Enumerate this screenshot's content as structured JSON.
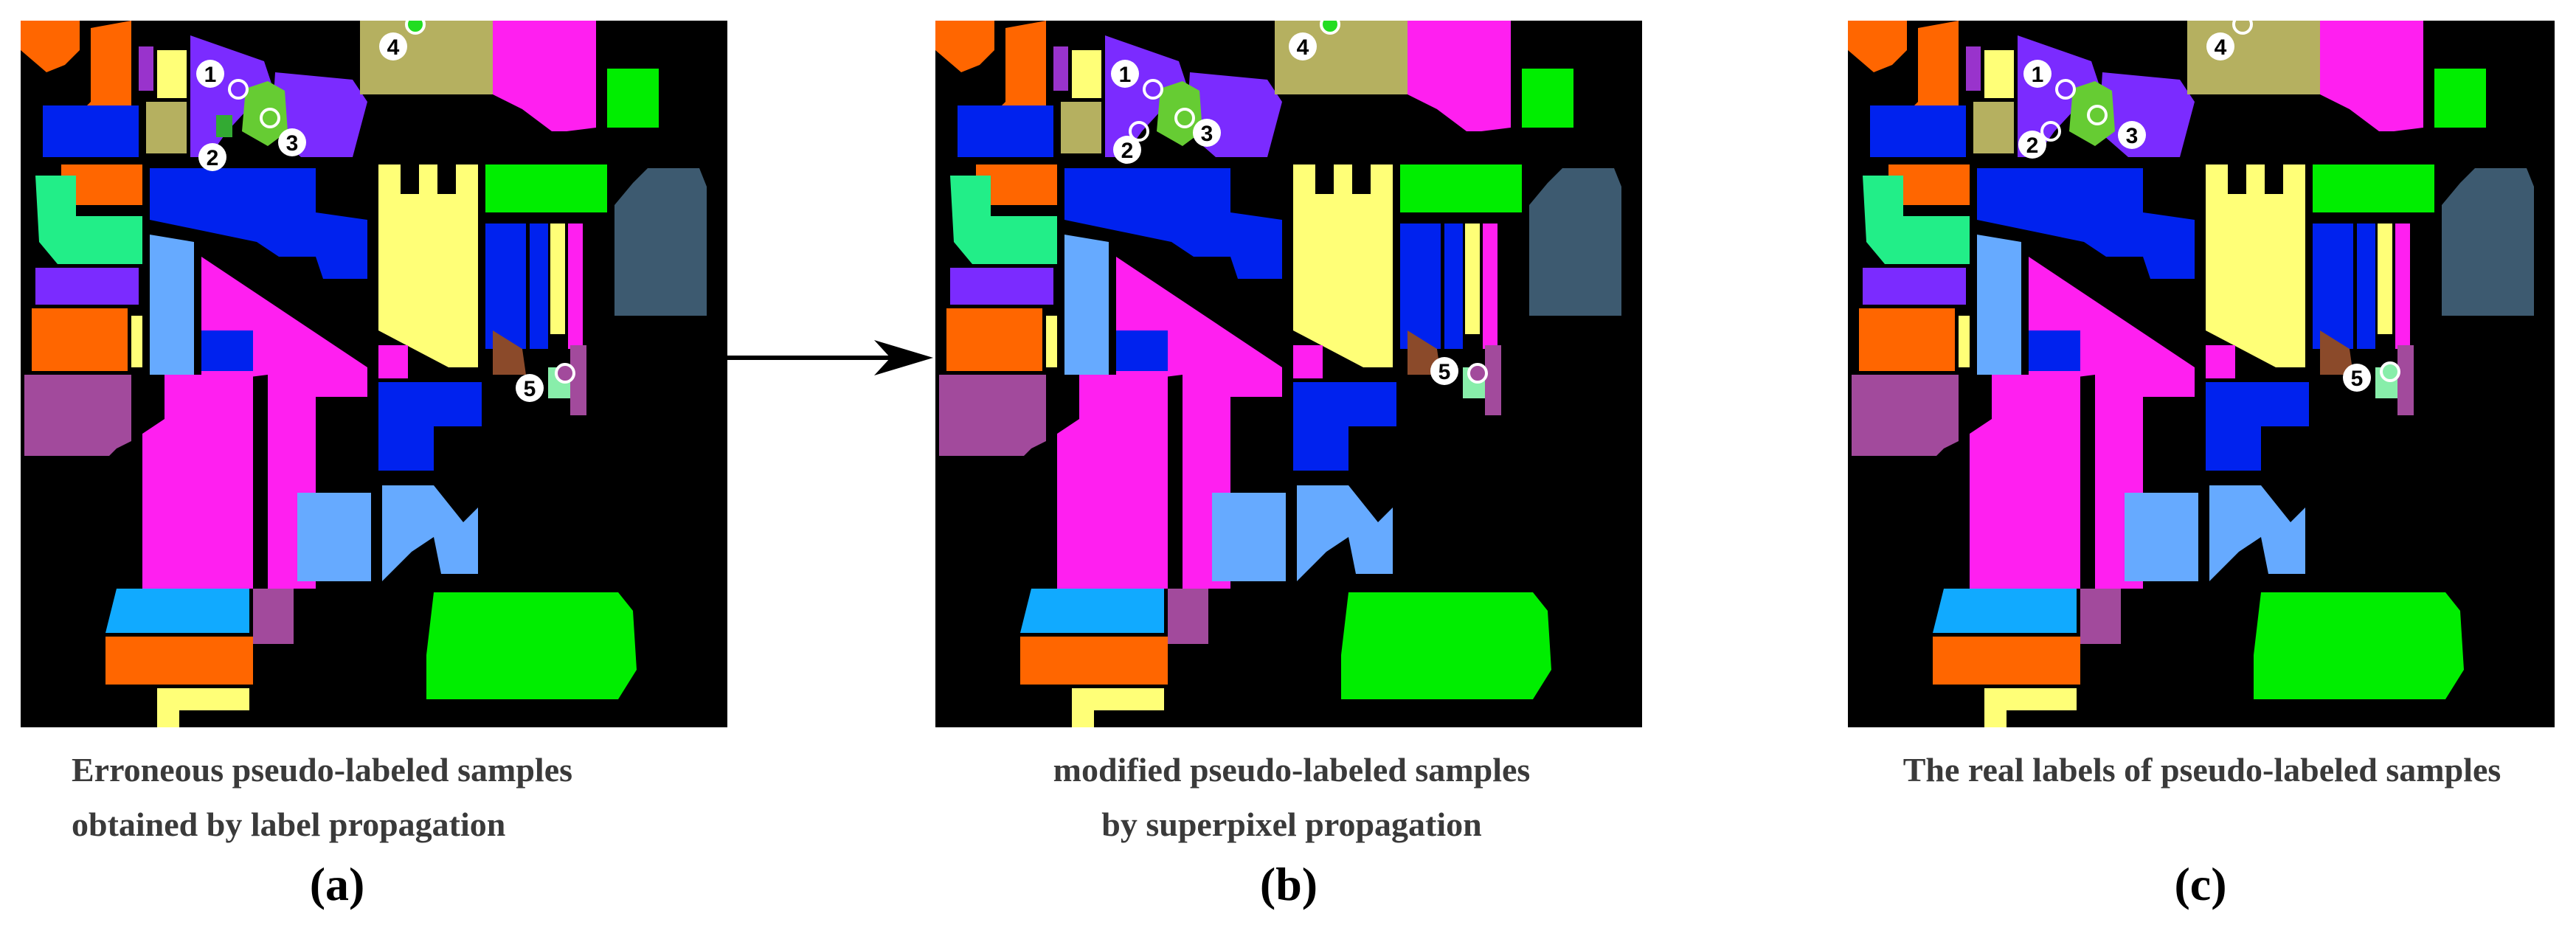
{
  "panels": [
    {
      "id": "a",
      "caption_line1": "Erroneous pseudo-labeled samples",
      "caption_line2": "obtained by label propagation",
      "sublabel": "(a)"
    },
    {
      "id": "b",
      "caption_line1": "modified pseudo-labeled samples",
      "caption_line2": "by superpixel propagation",
      "sublabel": "(b)"
    },
    {
      "id": "c",
      "caption_line1": "The real labels of pseudo-labeled samples",
      "caption_line2": "",
      "sublabel": "(c)"
    }
  ],
  "markers": [
    "1",
    "2",
    "3",
    "4",
    "5"
  ],
  "colors": {
    "background": "#000000",
    "orange": "#ff6600",
    "purple": "#7b2bff",
    "violet_light": "#9933cc",
    "olive": "#b5b060",
    "magenta": "#ff1ff0",
    "green": "#00ee00",
    "blue": "#0022ee",
    "yellow": "#ffff77",
    "mint": "#22ee88",
    "sky": "#66aaff",
    "teal_gray": "#3d5a70",
    "mauve": "#a24a9c",
    "cyan": "#11aaff",
    "brown": "#8b4a2a",
    "pale_green": "#88eeaa",
    "lime": "#66cc33",
    "marker_green_outline": "#22dd22",
    "marker_white": "#ffffff"
  }
}
